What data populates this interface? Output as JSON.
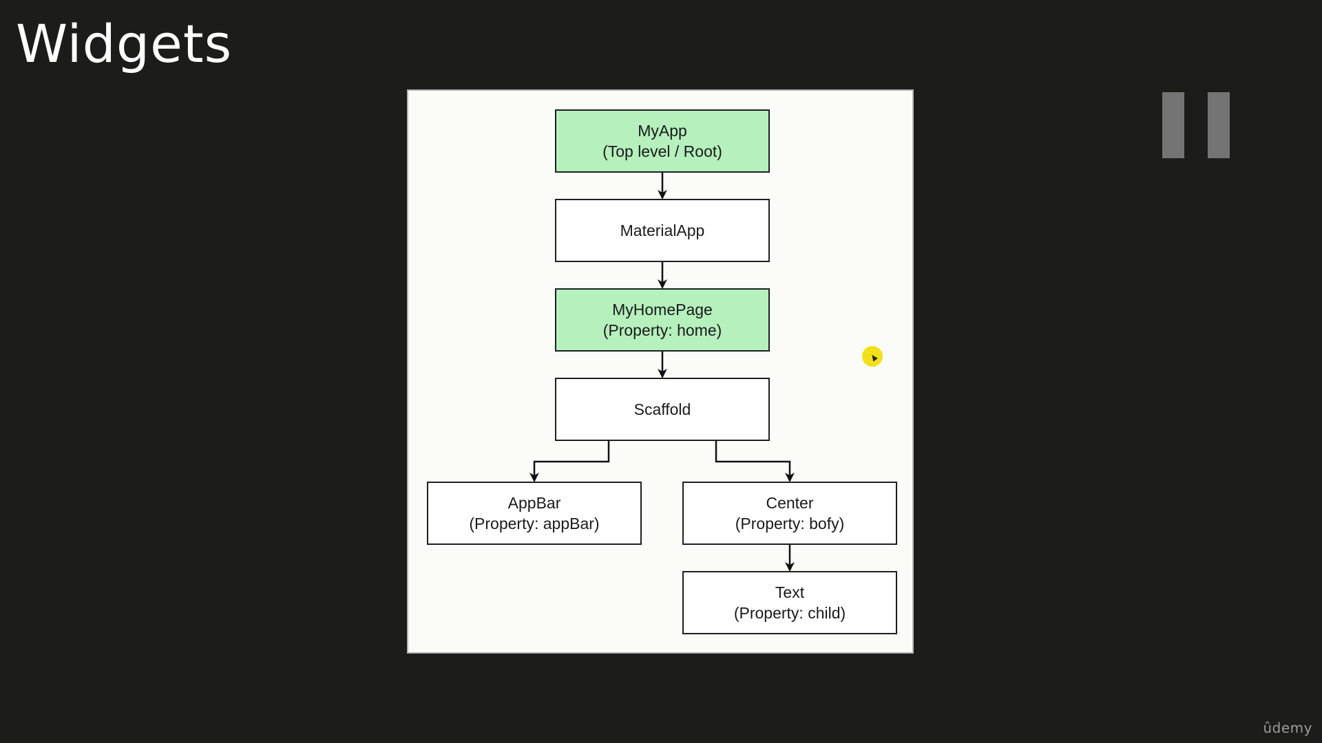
{
  "slide": {
    "title": "Widgets"
  },
  "diagram": {
    "nodes": [
      {
        "id": "myapp",
        "line1": "MyApp",
        "line2": "(Top level / Root)",
        "fill": "#b5f0bd"
      },
      {
        "id": "materialapp",
        "line1": "MaterialApp",
        "line2": "",
        "fill": "#ffffff"
      },
      {
        "id": "myhomepage",
        "line1": "MyHomePage",
        "line2": "(Property: home)",
        "fill": "#b5f0bd"
      },
      {
        "id": "scaffold",
        "line1": "Scaffold",
        "line2": "",
        "fill": "#ffffff"
      },
      {
        "id": "appbar",
        "line1": "AppBar",
        "line2": "(Property: appBar)",
        "fill": "#ffffff"
      },
      {
        "id": "center",
        "line1": "Center",
        "line2": "(Property: bofy)",
        "fill": "#ffffff"
      },
      {
        "id": "text",
        "line1": "Text",
        "line2": "(Property: child)",
        "fill": "#ffffff"
      }
    ],
    "edges": [
      {
        "from": "myapp",
        "to": "materialapp"
      },
      {
        "from": "materialapp",
        "to": "myhomepage"
      },
      {
        "from": "myhomepage",
        "to": "scaffold"
      },
      {
        "from": "scaffold",
        "to": "appbar"
      },
      {
        "from": "scaffold",
        "to": "center"
      },
      {
        "from": "center",
        "to": "text"
      }
    ]
  },
  "player": {
    "state_icon": "pause-icon",
    "watermark": "ûdemy"
  },
  "colors": {
    "background": "#1c1c1a",
    "panel": "#fbfcf8",
    "node_highlight": "#b5f0bd",
    "cursor_highlight": "#f2e01a"
  }
}
